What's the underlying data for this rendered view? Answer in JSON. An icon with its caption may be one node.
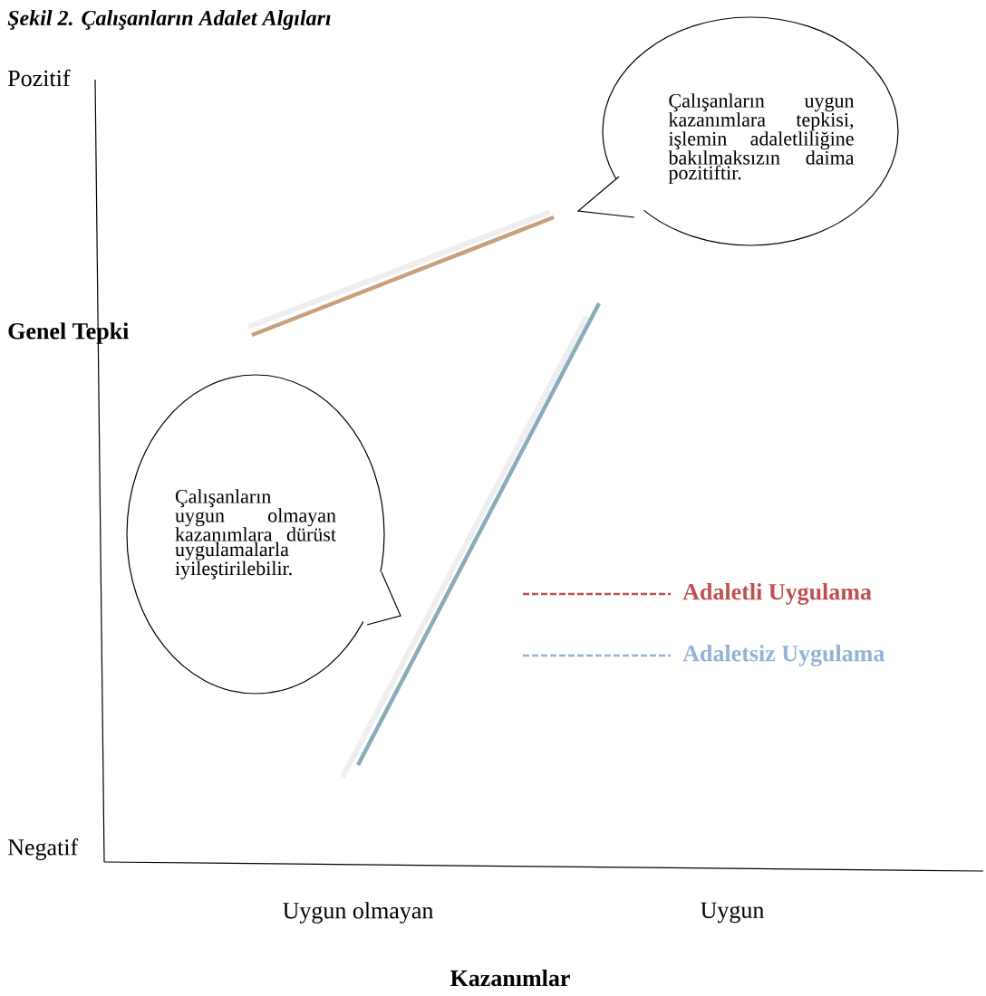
{
  "diagram": {
    "title": "Şekil 2. Çalışanların Adalet Algıları",
    "nodes": [
      {
        "text": [
          "Çalışanların uygun kazanımlara tepkisi, işlemin adaletliliğine bakılmaksızın daima pozitiftir."
        ]
      },
      {
        "text": [
          "Çalışanların uygun olmayan kazanımlara dürüst uygulamalarla iyileştirilebilir."
        ]
      }
    ],
    "labels": [
      "Pozitif",
      "Genel Tepki",
      "Negatif",
      "Uygun olmayan",
      "Uygun",
      "Kazanımlar"
    ],
    "legend": [
      {
        "text": "Adaletli Uygulama",
        "color": "#c0504d"
      },
      {
        "text": "Adaletsiz Uygulama",
        "color": "#95b3d7"
      }
    ]
  }
}
